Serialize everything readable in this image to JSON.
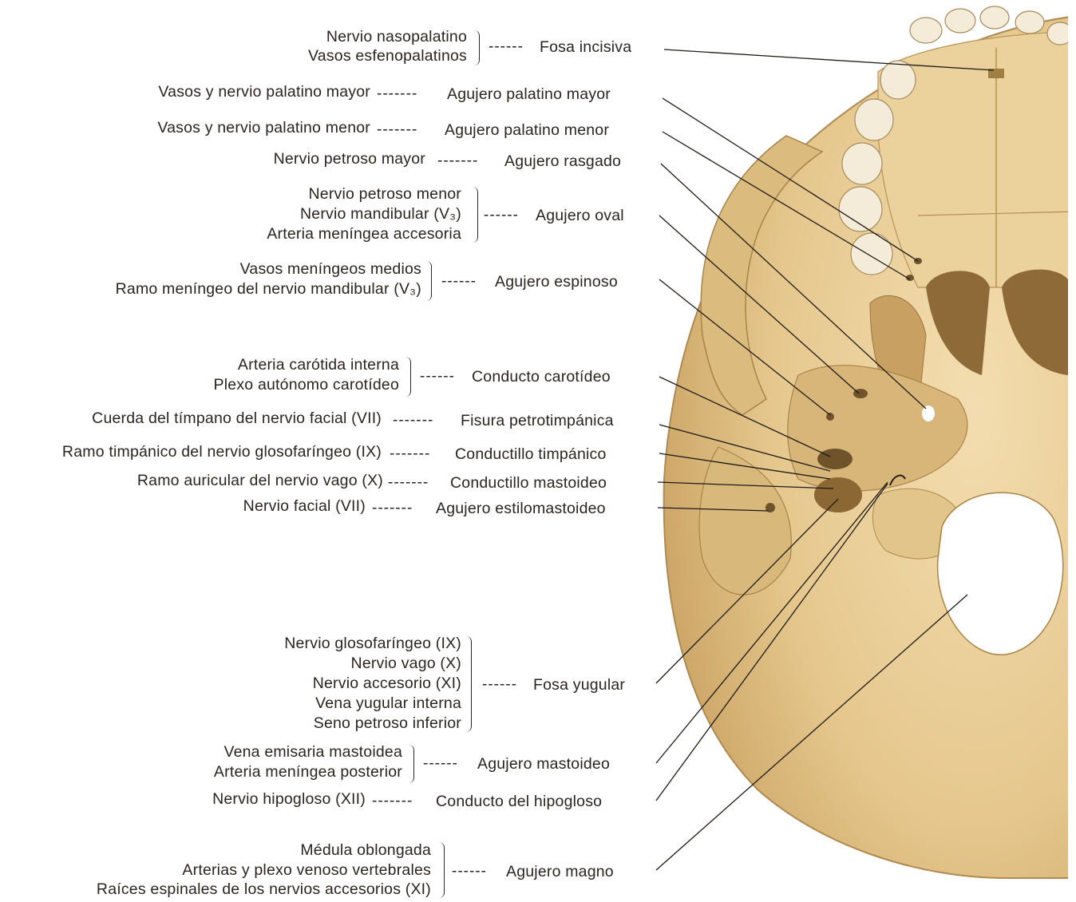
{
  "colors": {
    "bone": "#ecd3a0",
    "bone_shadow": "#c9a468",
    "bone_dark": "#a98448",
    "line": "#1f1b17",
    "text": "#2a2520"
  },
  "labels": {
    "incisiva": {
      "left": [
        "Nervio nasopalatino",
        "Vasos esfenopalatinos"
      ],
      "foramen": "Fosa incisiva"
    },
    "palat_may": {
      "left": [
        "Vasos y nervio palatino mayor"
      ],
      "foramen": "Agujero palatino mayor"
    },
    "palat_men": {
      "left": [
        "Vasos y nervio palatino menor"
      ],
      "foramen": "Agujero palatino menor"
    },
    "rasgado": {
      "left": [
        "Nervio petroso mayor"
      ],
      "foramen": "Agujero rasgado"
    },
    "oval": {
      "left": [
        "Nervio petroso menor",
        "Nervio mandibular (V₃)",
        "Arteria meníngea accesoria"
      ],
      "foramen": "Agujero oval"
    },
    "espinoso": {
      "left": [
        "Vasos meníngeos medios",
        "Ramo meníngeo del nervio mandibular (V₃)"
      ],
      "foramen": "Agujero espinoso"
    },
    "carotideo": {
      "left": [
        "Arteria carótida interna",
        "Plexo autónomo carotídeo"
      ],
      "foramen": "Conducto carotídeo"
    },
    "petrotimp": {
      "left": [
        "Cuerda del tímpano del nervio facial (VII)"
      ],
      "foramen": "Fisura petrotimpánica"
    },
    "timpanico": {
      "left": [
        "Ramo timpánico del nervio glosofaríngeo (IX)"
      ],
      "foramen": "Conductillo timpánico"
    },
    "mastoideo_c": {
      "left": [
        "Ramo auricular del nervio vago (X)"
      ],
      "foramen": "Conductillo mastoideo"
    },
    "estilomast": {
      "left": [
        "Nervio facial (VII)"
      ],
      "foramen": "Agujero estilomastoideo"
    },
    "yugular": {
      "left": [
        "Nervio glosofaríngeo (IX)",
        "Nervio vago (X)",
        "Nervio accesorio (XI)",
        "Vena yugular interna",
        "Seno petroso inferior"
      ],
      "foramen": "Fosa yugular"
    },
    "mastoideo_a": {
      "left": [
        "Vena emisaria mastoidea",
        "Arteria meníngea posterior"
      ],
      "foramen": "Agujero mastoideo"
    },
    "hipogloso": {
      "left": [
        "Nervio hipogloso (XII)"
      ],
      "foramen": "Conducto del hipogloso"
    },
    "magno": {
      "left": [
        "Médula oblongada",
        "Arterias y plexo venoso vertebrales",
        "Raíces espinales de los nervios accesorios (XI)"
      ],
      "foramen": "Agujero magno"
    }
  },
  "dashes": {
    "short": "------",
    "long": "-------"
  }
}
